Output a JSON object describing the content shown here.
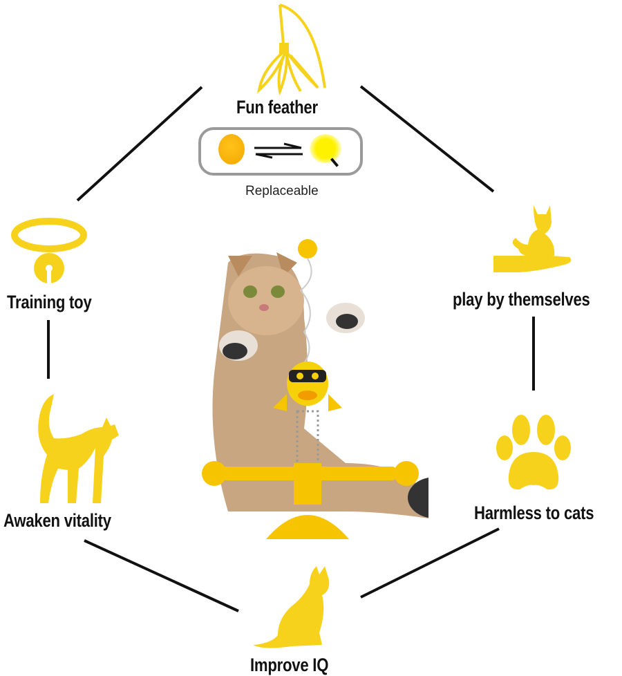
{
  "colors": {
    "icon_yellow": "#f7d21c",
    "line": "#111111",
    "pill_border": "#9a9a9a"
  },
  "features": {
    "fun_feather": "Fun feather",
    "training_toy": "Training toy",
    "play_by_themselves": "play by themselves",
    "awaken_vitality": "Awaken vitality",
    "harmless_to_cats": "Harmless to cats",
    "improve_iq": "Improve IQ"
  },
  "replaceable": {
    "label": "Replaceable"
  },
  "icons": [
    "feather-wand-icon",
    "ball-icon",
    "swap-arrows-icon",
    "feather-ball-icon",
    "collar-bell-icon",
    "cat-on-hand-icon",
    "standing-cat-icon",
    "paw-icon",
    "sitting-cat-icon"
  ]
}
